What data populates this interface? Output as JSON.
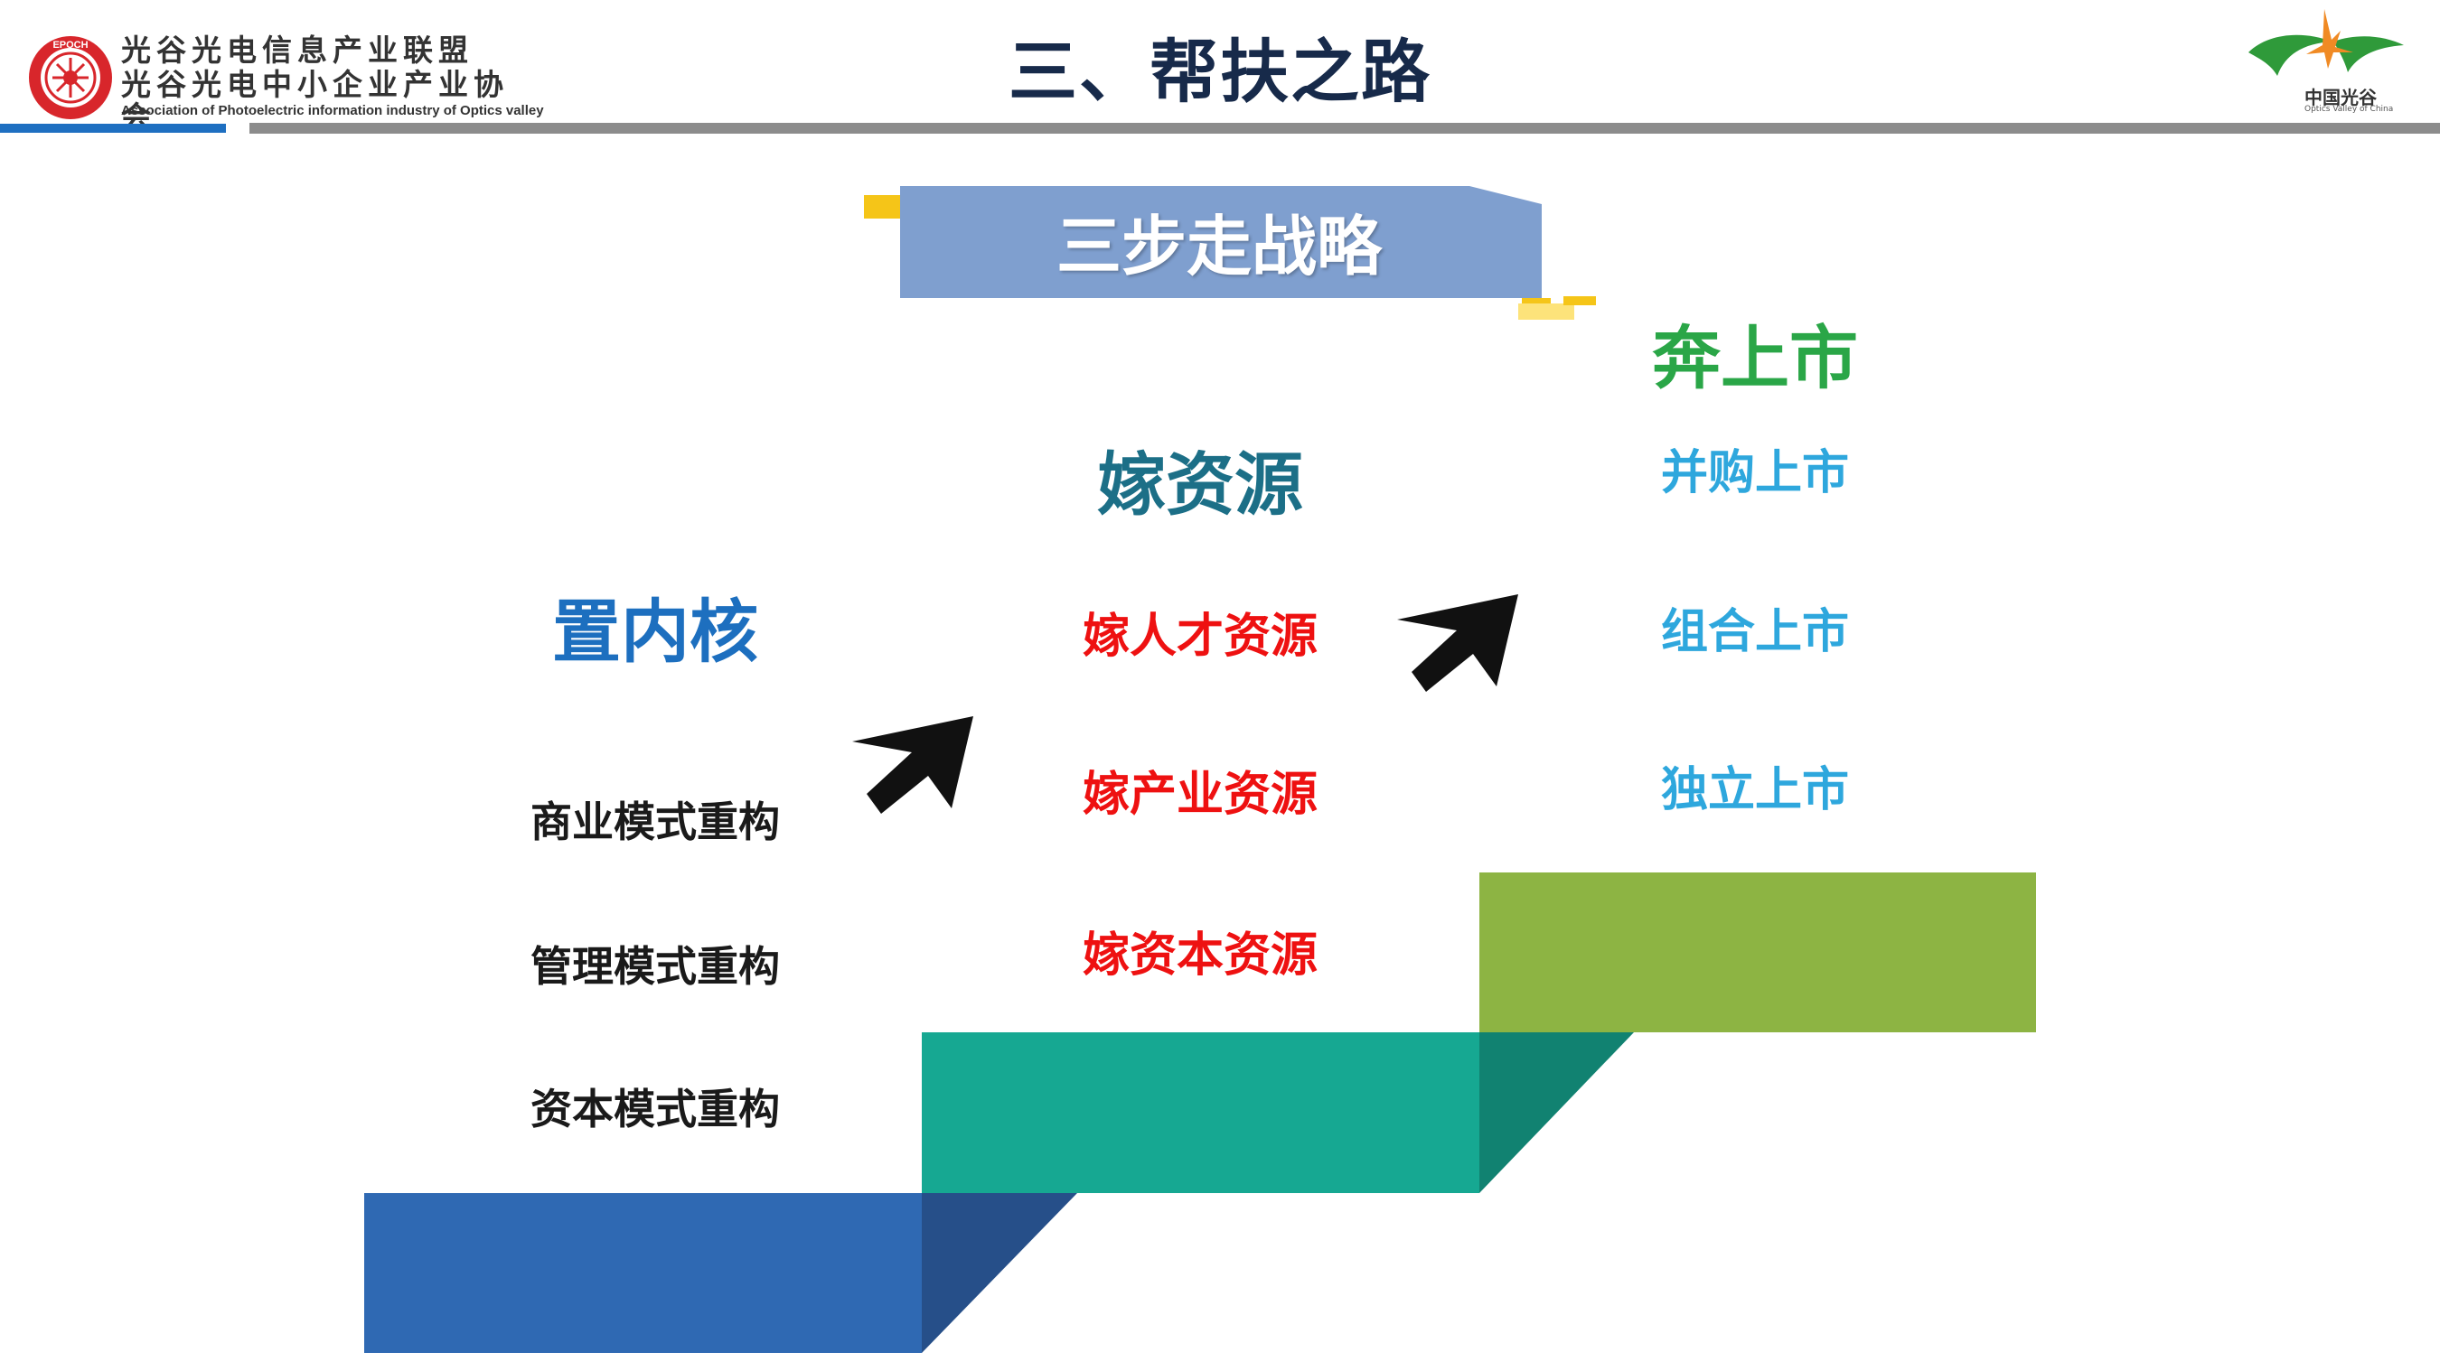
{
  "header": {
    "title": "三、帮扶之路",
    "org_logo": {
      "line1": "光谷光电信息产业联盟",
      "line2": "光谷光电中小企业产业协会",
      "line3": "Association of Photoelectric information industry of Optics valley",
      "ring_text": "EPOCH"
    },
    "brand_logo": {
      "name": "中国光谷",
      "subtitle": "Optics Valley of China"
    }
  },
  "banner": {
    "title": "三步走战略"
  },
  "steps": [
    {
      "heading": "置内核",
      "items": [
        "商业模式重构",
        "管理模式重构",
        "资本模式重构"
      ]
    },
    {
      "heading": "嫁资源",
      "items": [
        "嫁人才资源",
        "嫁产业资源",
        "嫁资本资源"
      ]
    },
    {
      "heading": "奔上市",
      "items": [
        "并购上市",
        "组合上市",
        "独立上市"
      ]
    }
  ],
  "colors": {
    "title": "#172a4a",
    "accent_blue": "#1e6fc1",
    "banner": "#7f9fcf",
    "step1": "#2f69b3",
    "step2": "#16a892",
    "step3": "#8db443",
    "heading1": "#1d6fbf",
    "heading2": "#1c6f87",
    "heading3": "#2aa647",
    "red_items": "#ee1111",
    "blue_items": "#2ea7dd"
  },
  "icons": {
    "arrows": "up-right-arrow-icon",
    "org_logo": "epoch-seal-icon",
    "brand_logo": "optics-valley-star-icon"
  }
}
